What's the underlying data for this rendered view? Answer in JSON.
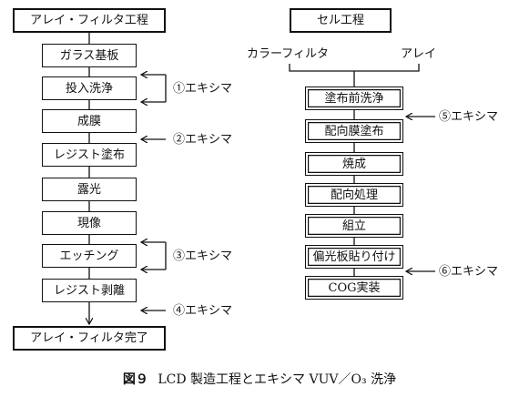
{
  "array_filter": {
    "title": "アレイ・フィルタ工程",
    "steps": [
      "ガラス基板",
      "投入洗浄",
      "成膜",
      "レジスト塗布",
      "露光",
      "現像",
      "エッチング",
      "レジスト剥離"
    ],
    "end": "アレイ・フィルタ完了",
    "excimer": [
      "①エキシマ",
      "②エキシマ",
      "③エキシマ",
      "④エキシマ"
    ]
  },
  "cell": {
    "title": "セル工程",
    "inputs": [
      "カラーフィルタ",
      "アレイ"
    ],
    "steps": [
      "塗布前洗浄",
      "配向膜塗布",
      "焼成",
      "配向処理",
      "組立",
      "偏光板貼り付け",
      "COG実装"
    ],
    "excimer": [
      "⑤エキシマ",
      "⑥エキシマ"
    ]
  },
  "caption": {
    "figure": "図９",
    "text": "LCD 製造工程とエキシマ VUV／O₃ 洗浄"
  }
}
